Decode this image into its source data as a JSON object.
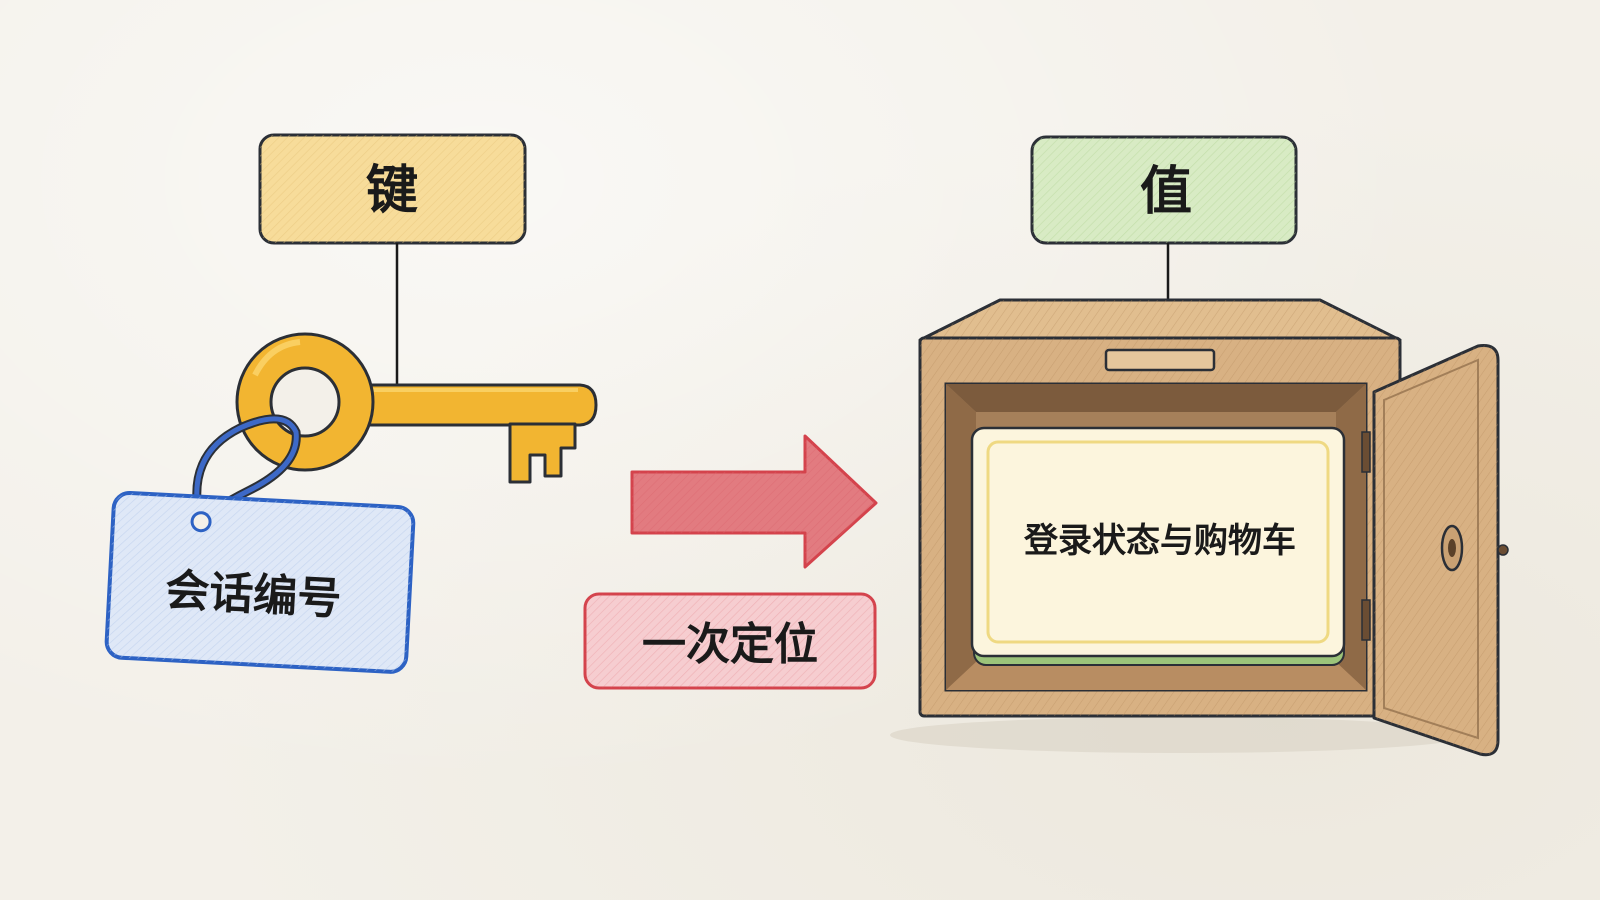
{
  "labels": {
    "key": "键",
    "value": "值",
    "tag": "会话编号",
    "arrow": "一次定位",
    "card": "登录状态与购物车"
  },
  "colors": {
    "key_box": "#f7dc9a",
    "value_box": "#d8ebc4",
    "tag_fill": "#dfe8f7",
    "tag_border": "#2d62c4",
    "arrow_fill": "#e27b80",
    "arrow_box": "#f6cdd0",
    "arrow_border": "#d4434c",
    "key_gold": "#f2b531",
    "box_wood": "#d8b183",
    "card_fill": "#fcf5dd"
  },
  "icons": {
    "key": "key-icon",
    "tag": "tag-icon",
    "arrow": "arrow-right-icon",
    "box": "open-box-icon"
  }
}
